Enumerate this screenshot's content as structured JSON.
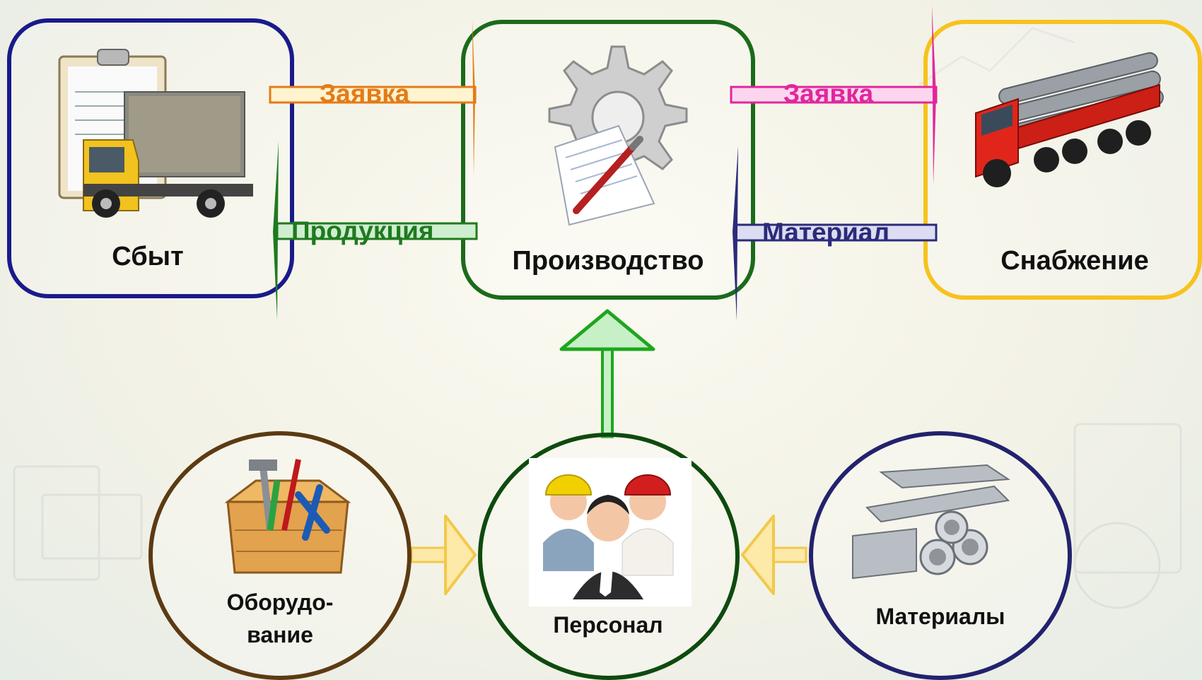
{
  "boxes": {
    "sales": {
      "label": "Сбыт",
      "border": "#1a1a8c",
      "icon": "delivery-truck-icon"
    },
    "production": {
      "label": "Производство",
      "border": "#1b6b1b",
      "icon": "gear-document-icon"
    },
    "supply": {
      "label": "Снабжение",
      "border": "#f7c21d",
      "icon": "pipe-truck-icon"
    }
  },
  "flows": {
    "order_to_production": {
      "label": "Заявка",
      "color": "#e47b16"
    },
    "production_to_sales": {
      "label": "Продукция",
      "color": "#1f7a1f"
    },
    "order_to_supply": {
      "label": "Заявка",
      "color": "#e0279c"
    },
    "supply_to_production": {
      "label": "Материал",
      "color": "#2b2b7a"
    }
  },
  "resources": {
    "equipment": {
      "label_line1": "Оборудо-",
      "label_line2": "вание",
      "border": "#5c3a12",
      "icon": "toolbox-icon"
    },
    "staff": {
      "label": "Персонал",
      "border": "#0e4a0e",
      "icon": "workers-icon"
    },
    "materials": {
      "label": "Материалы",
      "border": "#22226e",
      "icon": "metal-profiles-icon"
    }
  },
  "colors": {
    "up_arrow": "#1fa61f",
    "side_arrows": "#f1c94b"
  }
}
